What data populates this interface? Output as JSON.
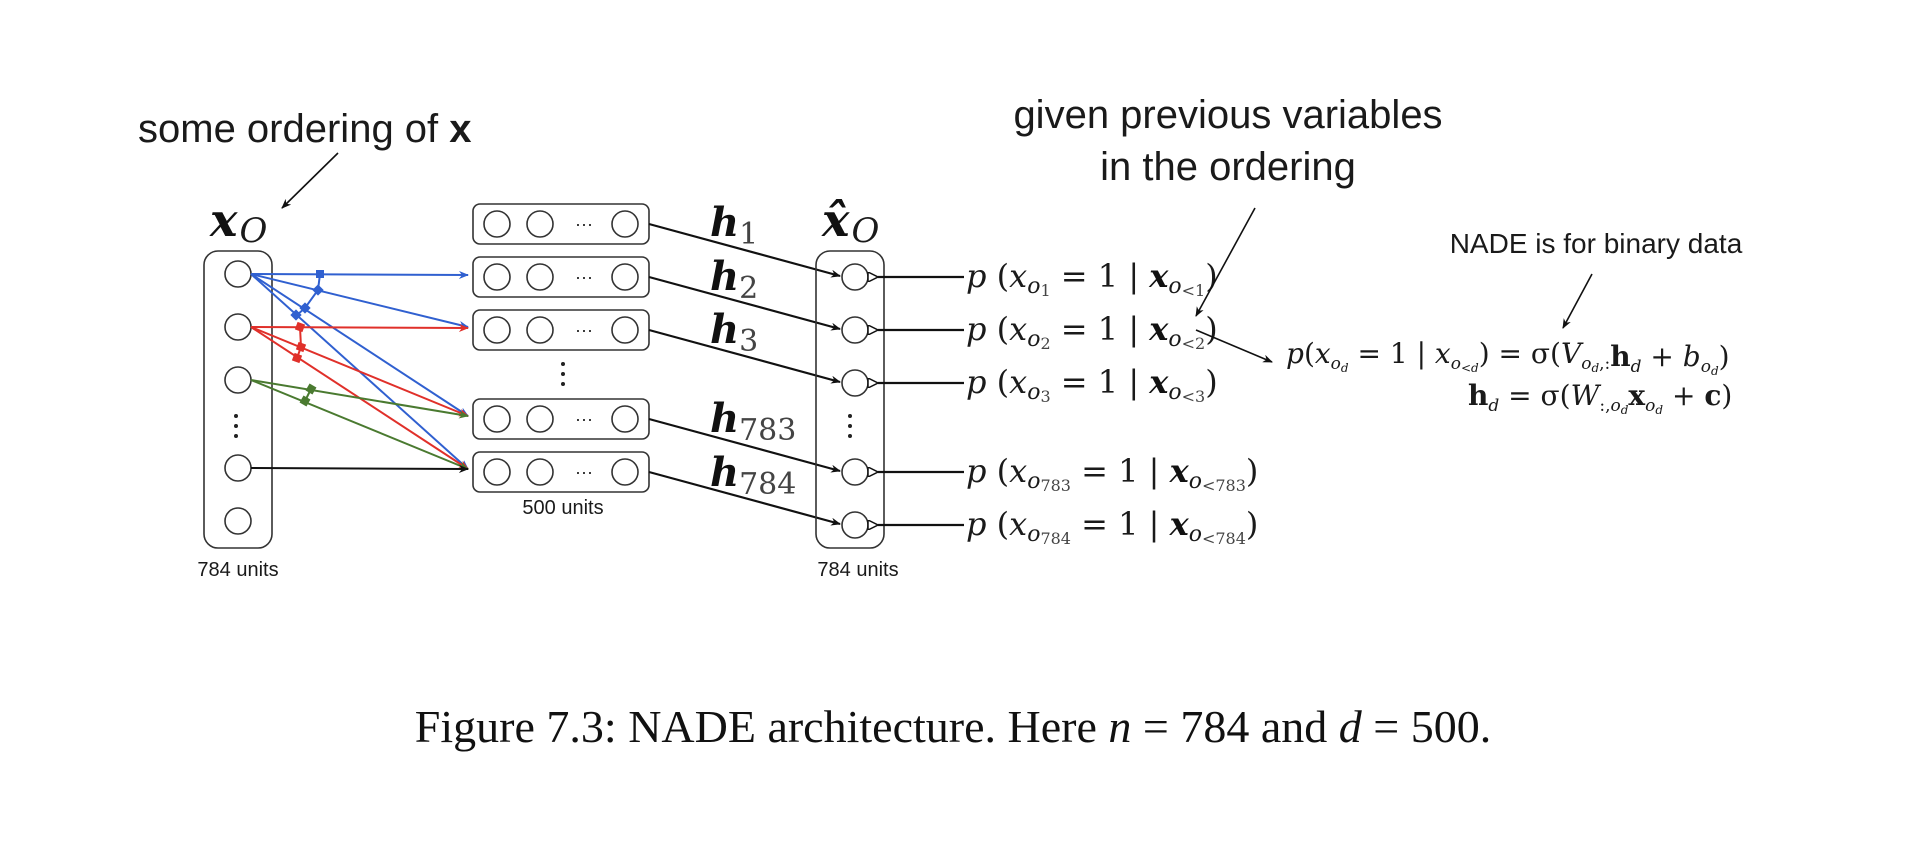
{
  "annotations": {
    "ordering": "some ordering of",
    "ordering_bold": "x",
    "given_line1": "given previous variables",
    "given_line2": "in the ordering",
    "binary": "NADE is for binary data"
  },
  "input_layer": {
    "label_main": "x",
    "label_sub": "O",
    "units_label": "784 units",
    "edge_colors": [
      "#3060d0",
      "#e0302a",
      "#4a7a30",
      "#111111"
    ]
  },
  "hidden_layer": {
    "units_label": "500 units",
    "ellipsis": "···",
    "h_labels": [
      {
        "main": "h",
        "sub": "1"
      },
      {
        "main": "h",
        "sub": "2"
      },
      {
        "main": "h",
        "sub": "3"
      },
      {
        "main": "h",
        "sub": "783"
      },
      {
        "main": "h",
        "sub": "784"
      }
    ]
  },
  "output_layer": {
    "label_main": "x̂",
    "label_sub": "O",
    "units_label": "784 units"
  },
  "conditionals": [
    {
      "idx": "1",
      "cond": "<1"
    },
    {
      "idx": "2",
      "cond": "<2"
    },
    {
      "idx": "3",
      "cond": "<3"
    },
    {
      "idx": "783",
      "cond": "<783"
    },
    {
      "idx": "784",
      "cond": "<784"
    }
  ],
  "equations": {
    "eq1": "p(x_{o_d} = 1 | x_{o_{<d}}) = σ(V_{o_d,:} h_d + b_{o_d})",
    "eq2": "h_d = σ(W_{:,o_d} x_{o_d} + c)"
  },
  "caption": {
    "prefix": "Figure 7.3:",
    "text1": "NADE architecture.  Here",
    "n_var": "n",
    "n_val": "= 784 and",
    "d_var": "d",
    "d_val": "= 500."
  }
}
